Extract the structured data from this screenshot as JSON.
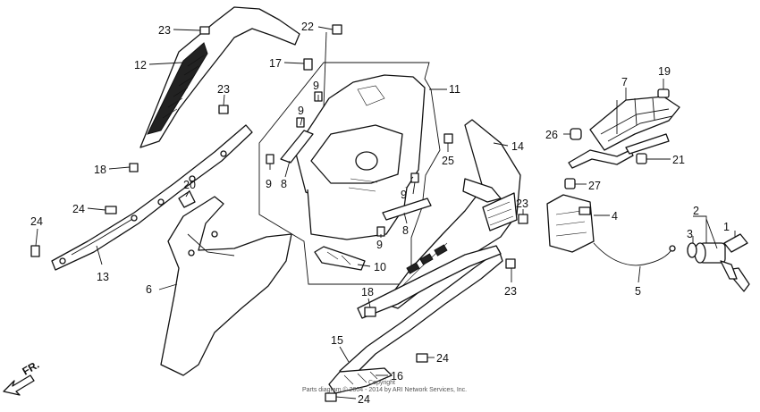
{
  "diagram": {
    "callouts": [
      {
        "id": "c1",
        "text": "1"
      },
      {
        "id": "c2",
        "text": "2"
      },
      {
        "id": "c3",
        "text": "3"
      },
      {
        "id": "c4",
        "text": "4"
      },
      {
        "id": "c5",
        "text": "5"
      },
      {
        "id": "c6",
        "text": "6"
      },
      {
        "id": "c7",
        "text": "7"
      },
      {
        "id": "c8a",
        "text": "8"
      },
      {
        "id": "c8b",
        "text": "8"
      },
      {
        "id": "c9a",
        "text": "9"
      },
      {
        "id": "c9b",
        "text": "9"
      },
      {
        "id": "c9c",
        "text": "9"
      },
      {
        "id": "c9d",
        "text": "9"
      },
      {
        "id": "c9e",
        "text": "9"
      },
      {
        "id": "c10",
        "text": "10"
      },
      {
        "id": "c11",
        "text": "11"
      },
      {
        "id": "c12",
        "text": "12"
      },
      {
        "id": "c13",
        "text": "13"
      },
      {
        "id": "c14",
        "text": "14"
      },
      {
        "id": "c15",
        "text": "15"
      },
      {
        "id": "c16",
        "text": "16"
      },
      {
        "id": "c17",
        "text": "17"
      },
      {
        "id": "c18a",
        "text": "18"
      },
      {
        "id": "c18b",
        "text": "18"
      },
      {
        "id": "c19",
        "text": "19"
      },
      {
        "id": "c20",
        "text": "20"
      },
      {
        "id": "c21",
        "text": "21"
      },
      {
        "id": "c22",
        "text": "22"
      },
      {
        "id": "c23a",
        "text": "23"
      },
      {
        "id": "c23b",
        "text": "23"
      },
      {
        "id": "c23c",
        "text": "23"
      },
      {
        "id": "c23d",
        "text": "23"
      },
      {
        "id": "c24a",
        "text": "24"
      },
      {
        "id": "c24b",
        "text": "24"
      },
      {
        "id": "c24c",
        "text": "24"
      },
      {
        "id": "c24d",
        "text": "24"
      },
      {
        "id": "c25",
        "text": "25"
      },
      {
        "id": "c26",
        "text": "26"
      },
      {
        "id": "c27",
        "text": "27"
      }
    ],
    "direction_label": "FR.",
    "copyright_line1": "Copyright",
    "copyright_line2": "Parts diagram © 2004 - 2014 by ARI Network Services, Inc."
  }
}
